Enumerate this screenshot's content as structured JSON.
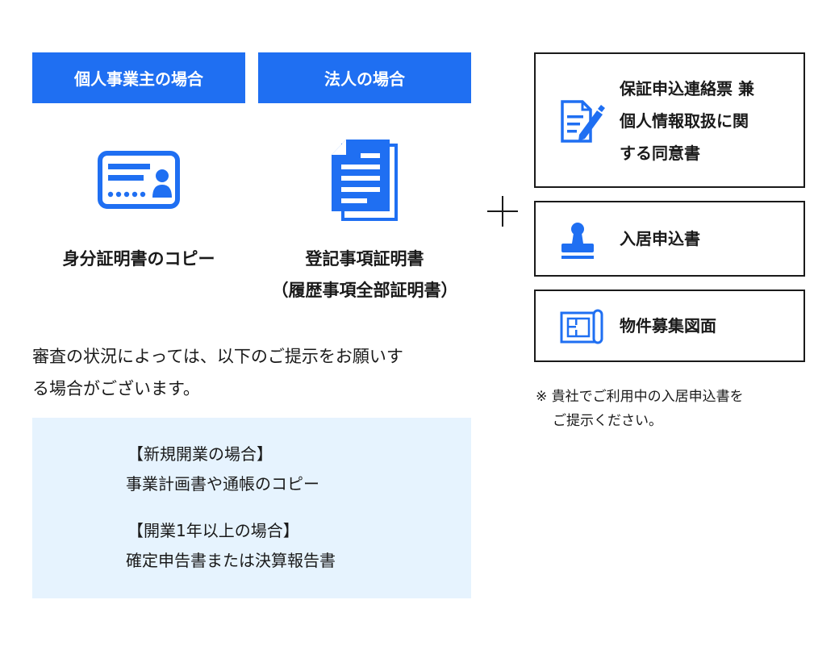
{
  "tabs": {
    "sole_proprietor": "個人事業主の場合",
    "corporation": "法人の場合"
  },
  "documents": {
    "id_copy": "身分証明書のコピー",
    "registry_line1": "登記事項証明書",
    "registry_line2": "（履歴事項全部証明書）"
  },
  "note": {
    "line1": "審査の状況によっては、以下のご提示をお願いす",
    "line2": "る場合がございます。"
  },
  "info_box": {
    "new_business_heading": "【新規開業の場合】",
    "new_business_body": "事業計画書や通帳のコピー",
    "established_heading": "【開業1年以上の場合】",
    "established_body": "確定申告書または決算報告書"
  },
  "right_items": {
    "guarantee_line1": "保証申込連絡票 兼",
    "guarantee_line2": "個人情報取扱に関",
    "guarantee_line3": "する同意書",
    "move_in_application": "入居申込書",
    "floor_plan": "物件募集図面"
  },
  "footnote": {
    "line1": "※ 貴社でご利用中の入居申込書を",
    "line2": "ご提示ください。"
  },
  "colors": {
    "accent": "#1f6ff2",
    "info_bg": "#e6f3fe",
    "text": "#1a1a1a"
  },
  "icons": [
    "id-card-icon",
    "documents-icon",
    "plus-icon",
    "form-pen-icon",
    "stamp-icon",
    "blueprint-icon"
  ]
}
